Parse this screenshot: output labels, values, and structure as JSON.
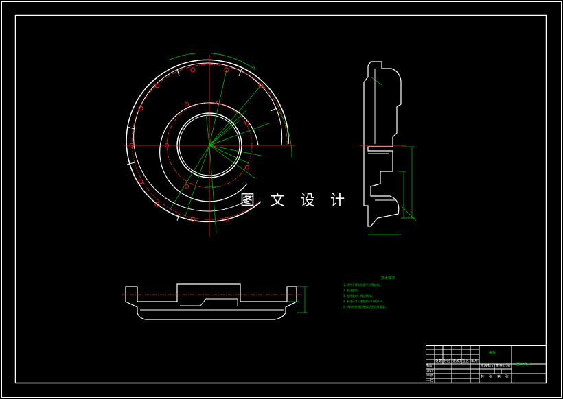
{
  "watermark": "图 文 设 计",
  "colors": {
    "background": "#000000",
    "frame": "#ffffff",
    "red_centerline": "#ff2020",
    "green_dimension": "#00c800",
    "outline": "#ffffff"
  },
  "technical_requirements": {
    "title": "技术要求",
    "lines": [
      "1.铸件不得有砂眼气孔等缺陷。",
      "2.未注圆角。",
      "3.去除毛刺，锐边倒钝。",
      "4.未注尺寸公差按GB/T1804-m。",
      "5.材料热处理后硬度达到设计要求。"
    ]
  },
  "title_block": {
    "part_name": "盖板",
    "drawing_title": "图文设计",
    "row_labels": [
      "标记",
      "设计",
      "审核",
      "工艺"
    ],
    "header_cells": [
      "处数",
      "分区",
      "更改文件号",
      "签名",
      "年月日"
    ],
    "info_labels": [
      "阶段标记",
      "重量",
      "比例"
    ],
    "sheet_labels": [
      "共",
      "张",
      "第",
      "张"
    ]
  }
}
